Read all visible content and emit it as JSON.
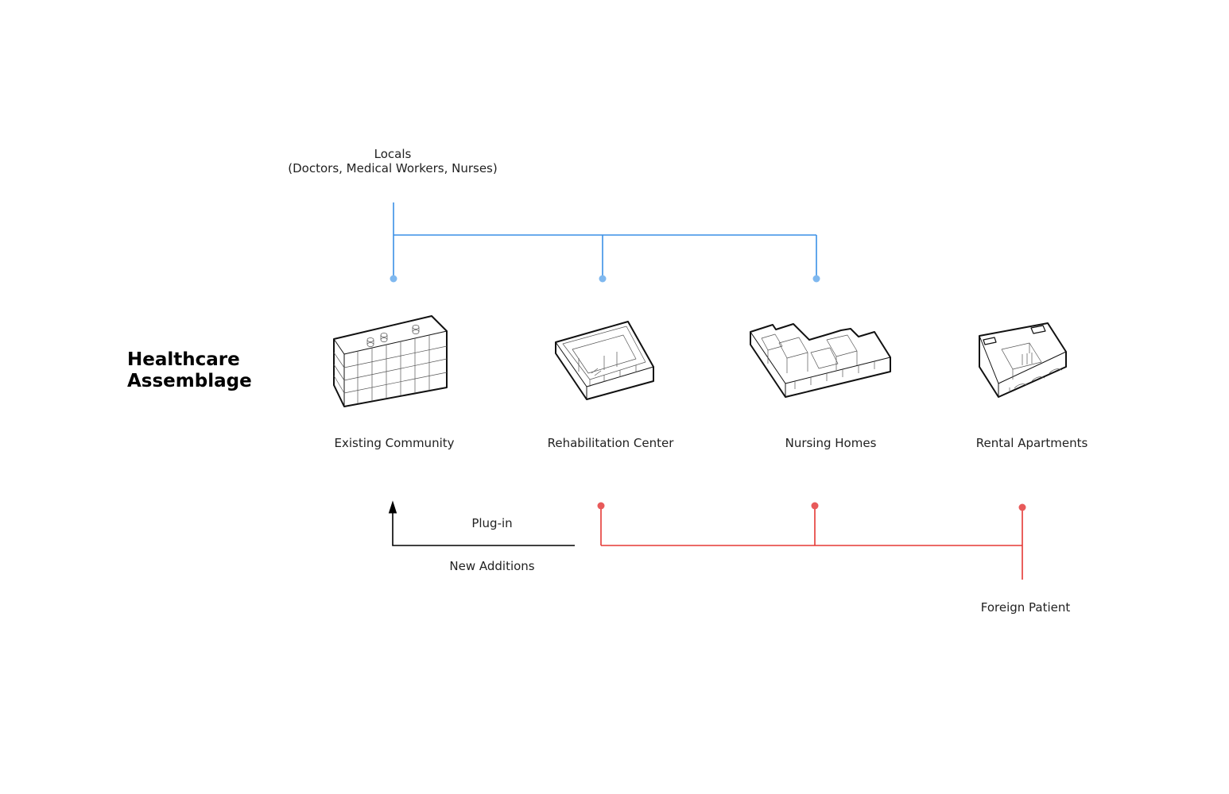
{
  "title": {
    "line1": "Healthcare",
    "line2": "Assemblage"
  },
  "locals": {
    "line1": "Locals",
    "line2": "(Doctors, Medical Workers, Nurses)",
    "color": "#3a8fe6",
    "dot_color": "#7fb8ef"
  },
  "foreign": {
    "label": "Foreign Patient",
    "color": "#e53935",
    "dot_color": "#e85a5a"
  },
  "buildings": [
    {
      "label": "Existing Community",
      "icon": "slab-block-building-icon"
    },
    {
      "label": "Rehabilitation Center",
      "icon": "courtyard-building-icon"
    },
    {
      "label": "Nursing Homes",
      "icon": "stepped-housing-building-icon"
    },
    {
      "label": "Rental Apartments",
      "icon": "apartment-block-building-icon"
    }
  ],
  "legend": {
    "plugin_label": "Plug-in",
    "additions_label": "New Additions",
    "arrow_color": "#000000"
  }
}
